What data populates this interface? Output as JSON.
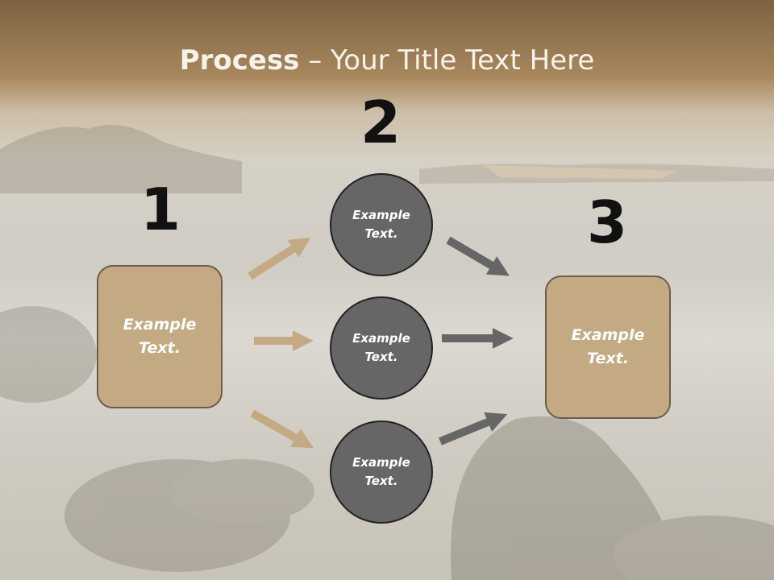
{
  "title": {
    "bold": "Process",
    "rest": " – Your Title Text Here"
  },
  "steps": [
    {
      "number": "1",
      "text": "Example Text."
    },
    {
      "number": "2",
      "text": "Example Text."
    },
    {
      "number": "3",
      "text": "Example Text."
    }
  ],
  "circles": [
    {
      "text": "Example Text."
    },
    {
      "text": "Example Text."
    },
    {
      "text": "Example Text."
    }
  ],
  "colors": {
    "box_fill": "#c4aa83",
    "circle_fill": "#666666",
    "tan_arrow": "#c4aa83",
    "gray_arrow": "#666666"
  }
}
